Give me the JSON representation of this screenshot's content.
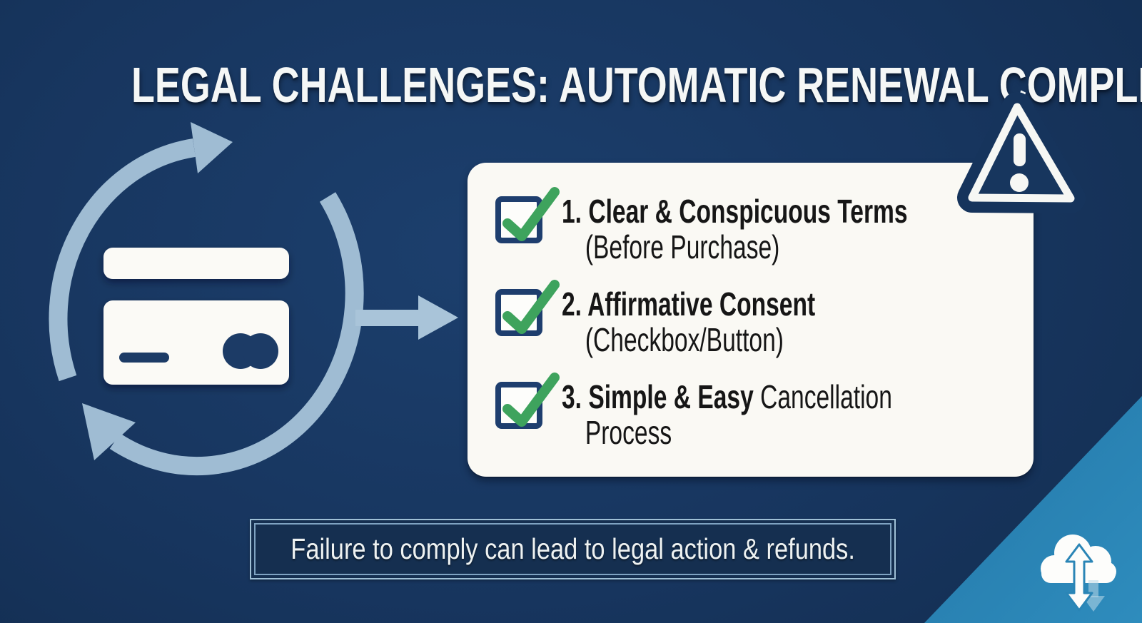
{
  "page": {
    "title": "LEGAL CHALLENGES: AUTOMATIC RENEWAL COMPLIANCE"
  },
  "checklist": {
    "items": [
      {
        "line1_bold": "1. Clear & Conspicuous Terms",
        "line1_regular": "",
        "line2": "(Before Purchase)"
      },
      {
        "line1_bold": "2. Affirmative Consent",
        "line1_regular": "",
        "line2": "(Checkbox/Button)"
      },
      {
        "line1_bold": "3. Simple & Easy",
        "line1_regular": " Cancellation",
        "line2": "Process"
      }
    ]
  },
  "banner": {
    "text": "Failure to comply can lead to legal action & refunds."
  },
  "icons": {
    "left_graphic": "credit-card-renewal-cycle-icon",
    "connector": "arrow-right-icon",
    "alert": "warning-triangle-icon",
    "list_marker": "checkbox-checked-icon",
    "corner_badge": "cloud-sync-icon"
  },
  "colors": {
    "background_navy": "#17355E",
    "card_white": "#FAF9F4",
    "checkbox_navy": "#1E3E6E",
    "check_green": "#3EA35D",
    "arrow_light_blue": "#9FBCD3",
    "corner_blue": "#2A85B6",
    "banner_border_blue": "#9FC0D6",
    "text_dark": "#161616",
    "text_white": "#F5F7F6"
  }
}
